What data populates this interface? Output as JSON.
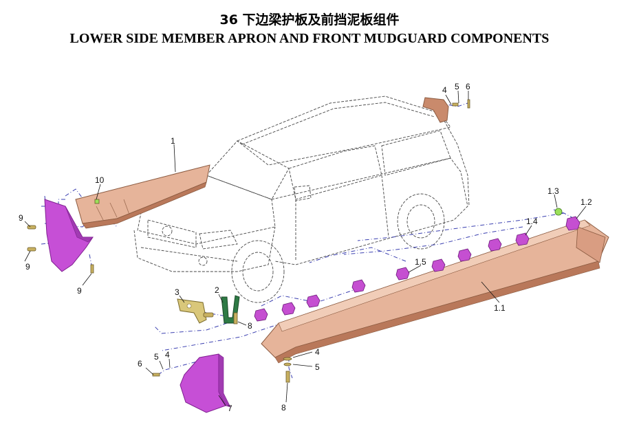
{
  "title": {
    "cn": "36  下边梁护板及前挡泥板组件",
    "en": "LOWER SIDE MEMBER APRON AND FRONT MUDGUARD COMPONENTS"
  },
  "colors": {
    "apron": "#e6b49a",
    "apron_dark": "#b9785a",
    "mudguard": "#c64fd6",
    "mudguard_dark": "#7e1f8f",
    "clip": "#c54fd1",
    "leader": "#3a3fb0",
    "bracket": "#d9c77a",
    "bracket_green": "#2e7a45",
    "clip_green": "#9be05a"
  },
  "callouts": {
    "c1": "1",
    "c10": "10",
    "c9a": "9",
    "c9b": "9",
    "c9c": "9",
    "c4top": "4",
    "c5top": "5",
    "c6top": "6",
    "c13": "1.3",
    "c12": "1.2",
    "c14": "1.4",
    "c15": "1.5",
    "c11": "1.1",
    "c3": "3",
    "c2": "2",
    "c8a": "8",
    "c6bot": "6",
    "c5bot": "5",
    "c4bot": "4",
    "c7": "7",
    "c4r": "4",
    "c5r": "5",
    "c8b": "8"
  }
}
